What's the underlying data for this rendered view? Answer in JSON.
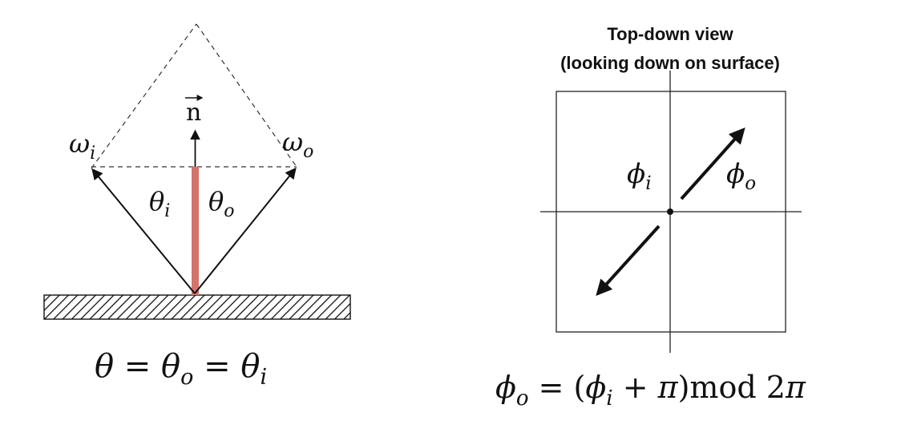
{
  "left_diagram": {
    "normal_label": "n",
    "incident_label": "ω",
    "incident_sub": "i",
    "outgoing_label": "ω",
    "outgoing_sub": "o",
    "theta_i_label": "θ",
    "theta_i_sub": "i",
    "theta_o_label": "θ",
    "theta_o_sub": "o",
    "equation": {
      "p1": "θ",
      "p2": " = ",
      "p3": "θ",
      "p3_sub": "o",
      "p4": " = ",
      "p5": "θ",
      "p5_sub": "i"
    },
    "colors": {
      "normal_highlight": "#d4736b",
      "lines": "#111111"
    }
  },
  "right_diagram": {
    "title_line1": "Top-down view",
    "title_line2": "(looking down on surface)",
    "phi_i_label": "ϕ",
    "phi_i_sub": "i",
    "phi_o_label": "ϕ",
    "phi_o_sub": "o",
    "equation": {
      "p1": "ϕ",
      "p1_sub": "o",
      "p2": " = (",
      "p3": "ϕ",
      "p3_sub": "i",
      "p4": " + ",
      "p5": "π",
      "p6": ")mod 2",
      "p7": "π"
    }
  }
}
